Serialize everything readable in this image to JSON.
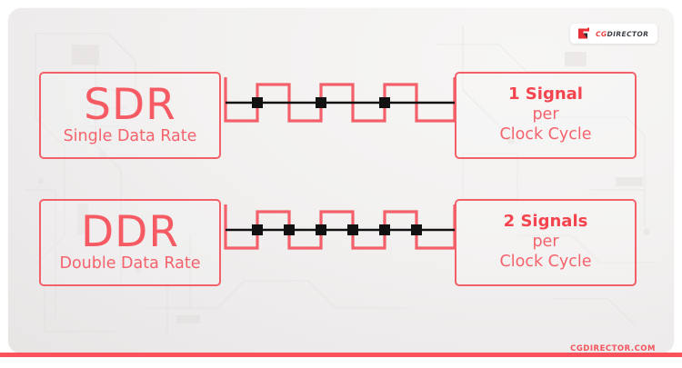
{
  "card": {
    "background_color": "#f1efee",
    "accent_color": "#f4606a",
    "signal_line_color": "#111111"
  },
  "logo": {
    "icon": "cgdirector-flag-icon",
    "text_prefix": "CG",
    "text_suffix": "DIRECTOR"
  },
  "watermark": {
    "text": "CGDIRECTOR.COM"
  },
  "rows": [
    {
      "id": "sdr",
      "label": {
        "title": "SDR",
        "subtitle": "Single Data Rate"
      },
      "waveform": {
        "type": "square-clock",
        "cycles": 3,
        "marker_count": 3,
        "marker_edges": [
          "rising",
          "rising",
          "rising"
        ]
      },
      "result": {
        "line1": "1 Signal",
        "line2": "per",
        "line3": "Clock Cycle"
      }
    },
    {
      "id": "ddr",
      "label": {
        "title": "DDR",
        "subtitle": "Double Data Rate"
      },
      "waveform": {
        "type": "square-clock",
        "cycles": 3,
        "marker_count": 6,
        "marker_edges": [
          "rising",
          "falling",
          "rising",
          "falling",
          "rising",
          "falling"
        ]
      },
      "result": {
        "line1": "2 Signals",
        "line2": "per",
        "line3": "Clock Cycle"
      }
    }
  ]
}
